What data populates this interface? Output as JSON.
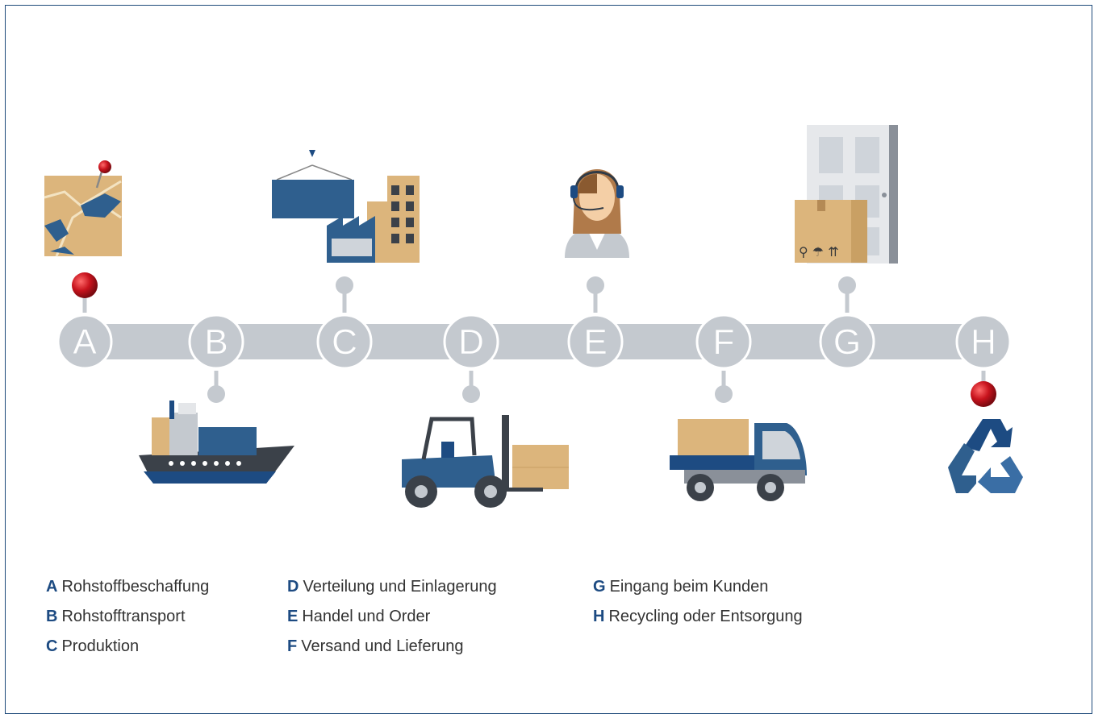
{
  "stages": [
    {
      "letter": "A",
      "label": "Rohstoffbeschaffung",
      "icon": "map-pin-icon",
      "dot_color": "#c8131d",
      "side": "top"
    },
    {
      "letter": "B",
      "label": "Rohstofftransport",
      "icon": "container-ship-icon",
      "dot_color": "#c4c9cf",
      "side": "bottom"
    },
    {
      "letter": "C",
      "label": "Produktion",
      "icon": "factory-icon",
      "dot_color": "#c4c9cf",
      "side": "top"
    },
    {
      "letter": "D",
      "label": "Verteilung und Einlagerung",
      "icon": "forklift-icon",
      "dot_color": "#c4c9cf",
      "side": "bottom"
    },
    {
      "letter": "E",
      "label": "Handel und Order",
      "icon": "call-center-agent-icon",
      "dot_color": "#c4c9cf",
      "side": "top"
    },
    {
      "letter": "F",
      "label": "Versand und Lieferung",
      "icon": "delivery-truck-icon",
      "dot_color": "#c4c9cf",
      "side": "bottom"
    },
    {
      "letter": "G",
      "label": "Eingang beim Kunden",
      "icon": "door-package-icon",
      "dot_color": "#c4c9cf",
      "side": "top"
    },
    {
      "letter": "H",
      "label": "Recycling oder Entsorgung",
      "icon": "recycling-icon",
      "dot_color": "#c8131d",
      "side": "bottom"
    }
  ],
  "colors": {
    "arrow": "#c4c9cf",
    "accent_blue": "#1d4b82",
    "box_tan": "#dcb57c",
    "highlight_red": "#c8131d"
  }
}
